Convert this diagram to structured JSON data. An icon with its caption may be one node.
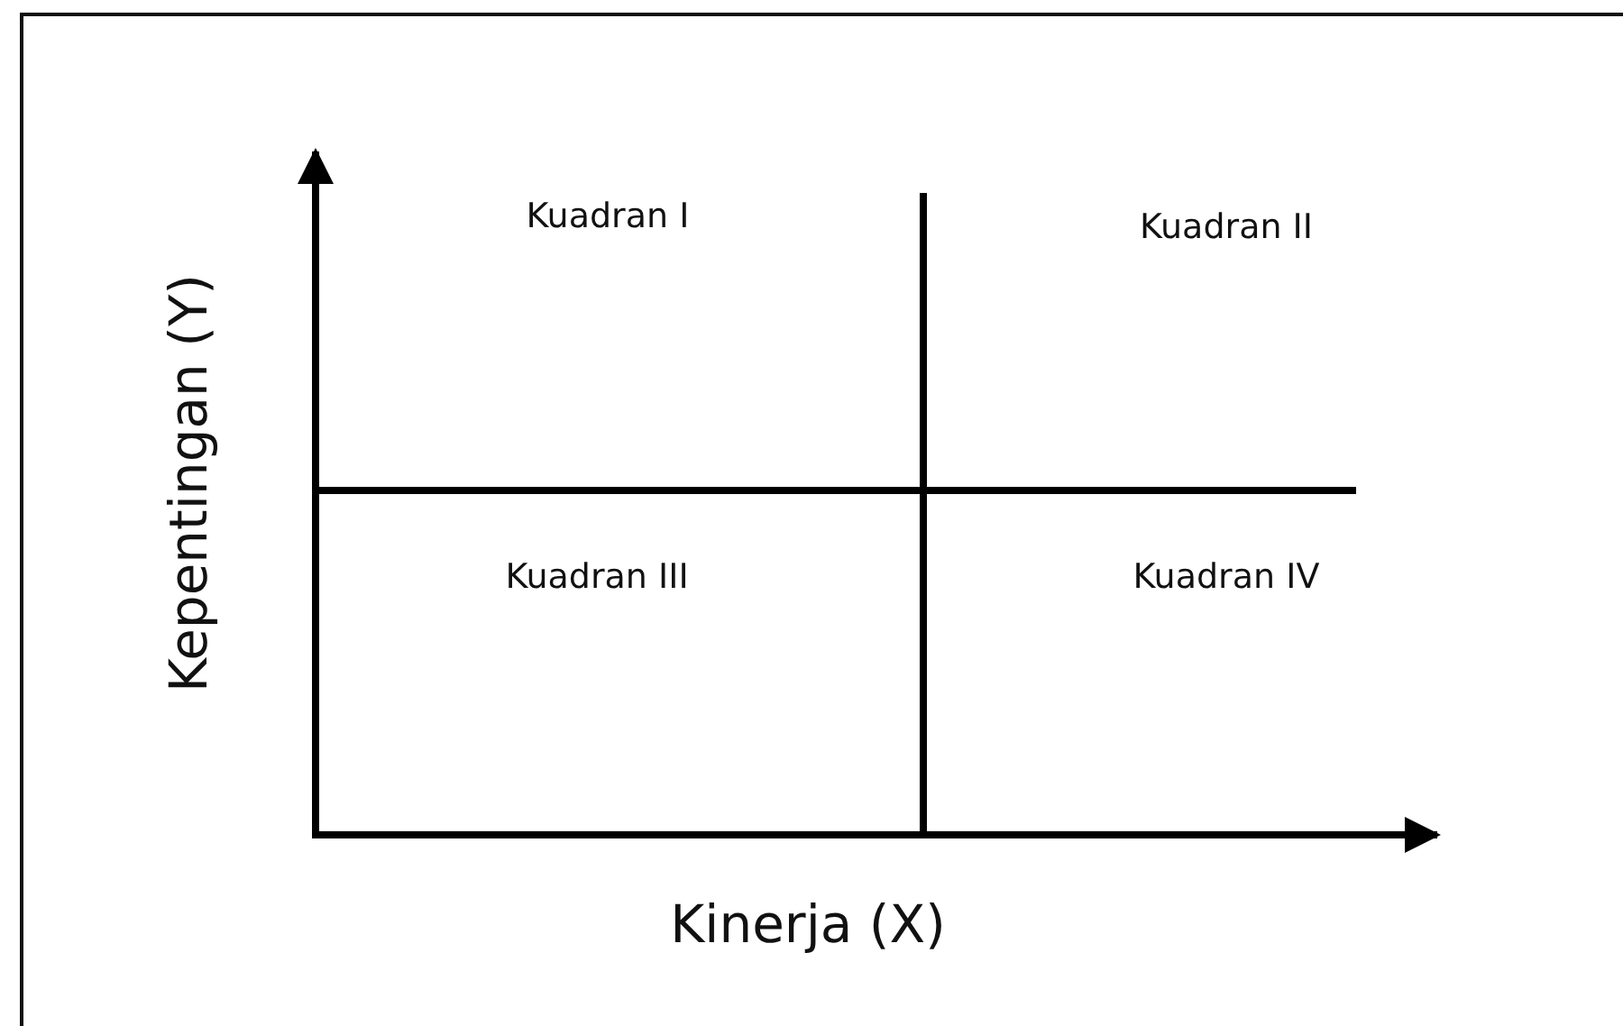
{
  "diagram": {
    "labels": [
      "Kuadran I",
      "Kuadran II",
      "Kepentingan (Y)",
      "Kuadran III",
      "Kuadran IV",
      "Kinerja (X)"
    ]
  }
}
